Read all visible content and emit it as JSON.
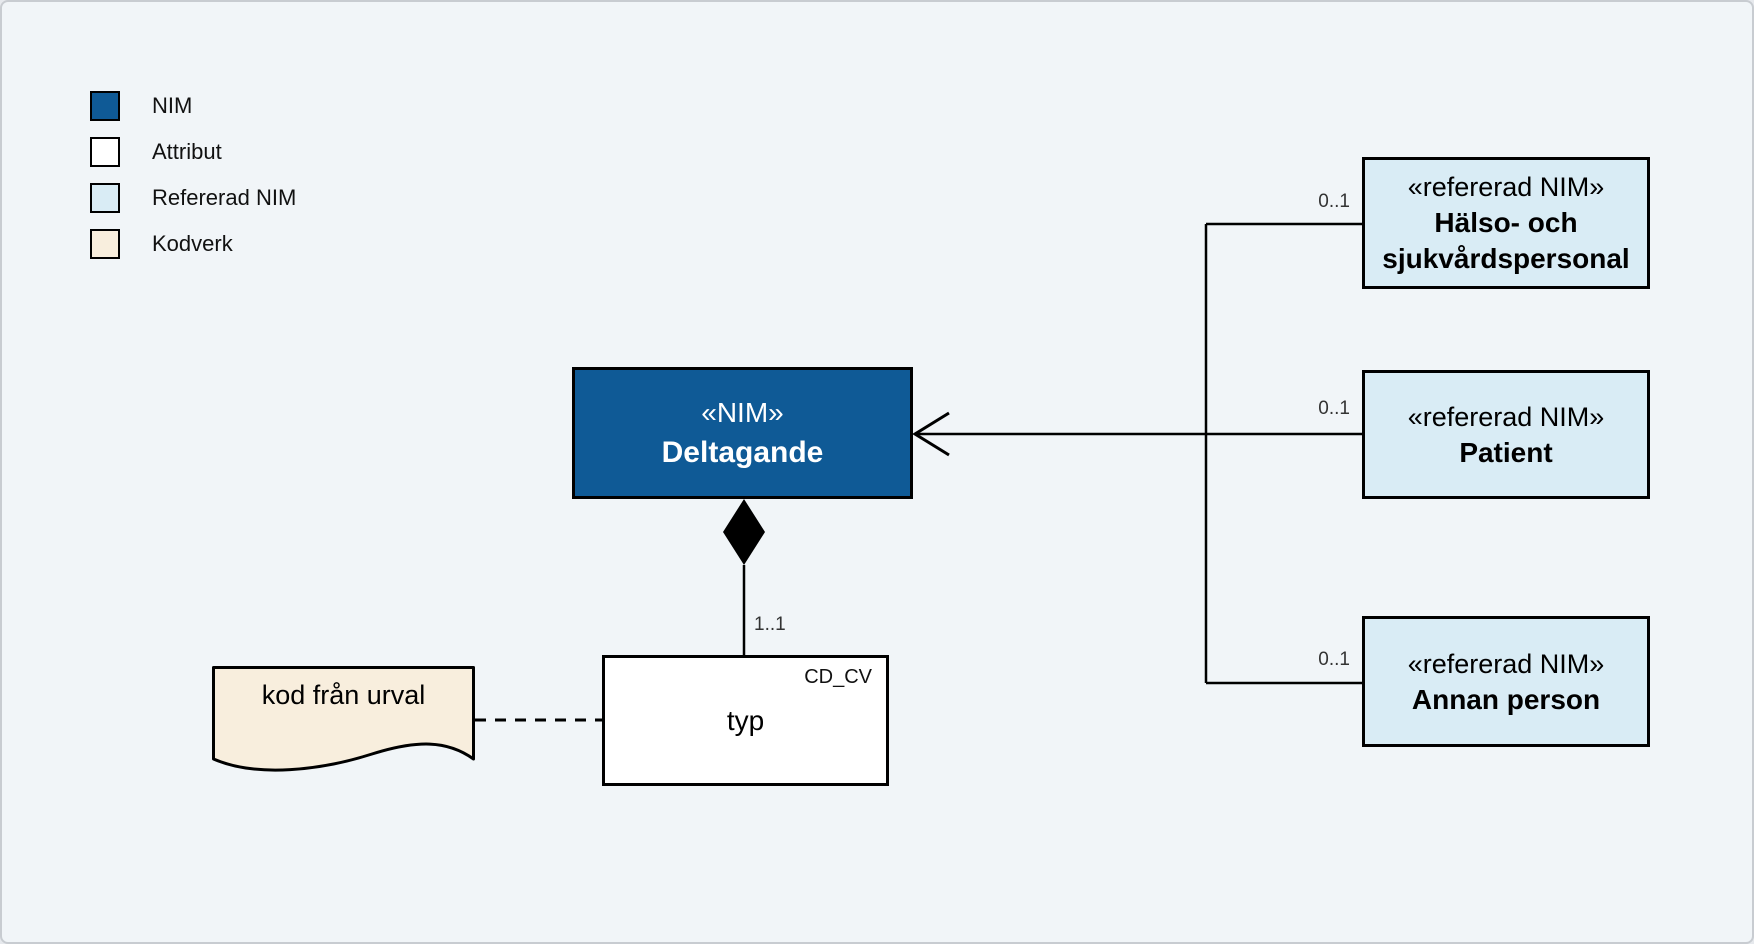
{
  "colors": {
    "background": "#f1f5f8",
    "nim": "#0f5a96",
    "attribut": "#ffffff",
    "refererad_nim": "#d9ecf5",
    "kodverk": "#f8eedd",
    "line": "#000000"
  },
  "legend": {
    "items": [
      {
        "label": "NIM",
        "color": "#0f5a96"
      },
      {
        "label": "Attribut",
        "color": "#ffffff"
      },
      {
        "label": "Refererad NIM",
        "color": "#d9ecf5"
      },
      {
        "label": "Kodverk",
        "color": "#f8eedd"
      }
    ]
  },
  "nodes": {
    "deltagande": {
      "stereotype": "«NIM»",
      "name": "Deltagande"
    },
    "halso": {
      "stereotype": "«refererad NIM»",
      "name_line1": "Hälso- och",
      "name_line2": "sjukvårdspersonal"
    },
    "patient": {
      "stereotype": "«refererad NIM»",
      "name": "Patient"
    },
    "annan": {
      "stereotype": "«refererad NIM»",
      "name": "Annan person"
    },
    "typ": {
      "name": "typ",
      "datatype": "CD_CV"
    },
    "note": {
      "text": "kod från urval"
    }
  },
  "multiplicities": {
    "halso": "0..1",
    "patient": "0..1",
    "annan": "0..1",
    "typ": "1..1"
  }
}
